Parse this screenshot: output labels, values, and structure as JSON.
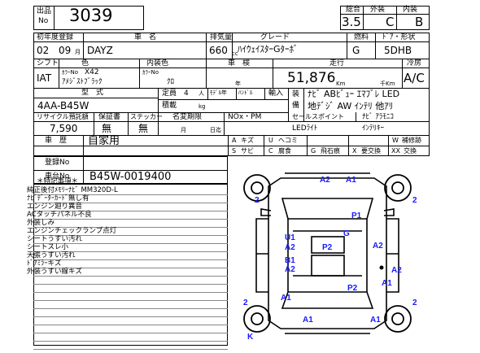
{
  "top": {
    "lot_label_1": "出品",
    "lot_label_2": "No",
    "lot_number": "3039",
    "score_label": "総合",
    "score": "3.5",
    "exterior_label": "外装",
    "exterior": "C",
    "interior_label": "内装",
    "interior": "B"
  },
  "row1": {
    "reg_label": "初年度登録",
    "name_label": "車　名",
    "disp_label": "排気量",
    "grade_label": "グレード",
    "fuel_label": "燃料",
    "door_label": "ﾄﾞｱ・形状",
    "year": "02",
    "month": "09",
    "month_unit": "月",
    "name": "DAYZ",
    "disp": "660",
    "disp_unit": "cc",
    "grade": "ﾊｲｳｪｲｽﾀｰGﾀｰﾎﾞ",
    "fuel": "G",
    "door": "5DHB"
  },
  "row2": {
    "shift_label": "シフト",
    "color_label": "色",
    "int_color_label": "内装色",
    "inspect_label": "車　検",
    "mileage_label": "走行",
    "ac_label": "冷房",
    "shift": "IAT",
    "color_no_label": "ｶﾗｰNo",
    "color_no": "X42",
    "color_name": "ｱﾒｼﾞｽﾄﾌﾞﾗｯｸ",
    "int_color_no_label": "ｶﾗｰNo",
    "int_color": "ｸﾛ",
    "year_unit": "年",
    "mileage": "51,876",
    "km_unit": "Km",
    "thousand_km_unit": "千Km",
    "ac": "A/C"
  },
  "row3": {
    "model_label": "型　式",
    "model": "4AA-B45W",
    "capacity_label": "定員",
    "capacity": "4",
    "capacity_unit": "人",
    "load_label": "積載",
    "load_unit": "kg",
    "model_label2": "ﾓﾃﾞﾙ年",
    "handle_label": "ﾊﾝﾄﾞﾙ",
    "import_label": "輸入",
    "equip_label_1": "装",
    "equip_label_2": "備",
    "equip_1": "ﾅﾋﾞ ABﾋﾞｭｰ ｴﾏﾌﾞﾚ LED",
    "equip_2": "地ﾃﾞｼﾞ AW ｲﾝﾃﾘ 他ｱﾘ"
  },
  "row4": {
    "recycle_label": "リサイクル預託額",
    "warranty_label": "保証書",
    "sticker_label": "ステッカー",
    "tax_label": "名変期限",
    "nox_label": "NOx・PM",
    "sales_label": "セールスポイント",
    "recycle": "7,590",
    "warranty": "無",
    "sticker": "無",
    "month_unit": "月",
    "day_unit": "日迄",
    "sales_1": "ﾅﾋﾞ ｱﾗﾓﾆｺ",
    "sales_2": "ｲﾝﾃﾘｷｰ",
    "point_1": "LEDﾗｲﾄ"
  },
  "history": {
    "label": "車　歴",
    "value": "自家用",
    "reg_label": "登録No",
    "chassis_label": "車台No",
    "chassis": "B45W-0019400"
  },
  "legend": [
    [
      "A キズ",
      "U ヘコミ",
      "W 補修跡"
    ],
    [
      "S サビ",
      "C 腐食",
      "G 飛石痕",
      "X 要交換",
      "XX 交換"
    ]
  ],
  "legend_row1": [
    "A",
    "キズ",
    "U",
    "ヘコミ",
    "W",
    "補修跡"
  ],
  "legend_row2": [
    "S",
    "サビ",
    "C",
    "腐食",
    "G",
    "飛石痕",
    "X",
    "要交換",
    "XX",
    "交換"
  ],
  "notes": {
    "title": "＊特記事項＊",
    "items": [
      "純正後付ﾒﾓﾘｰﾅﾋﾞ MM320D-L",
      "ﾅﾋﾞﾃﾞｰﾀｰｶｰﾄﾞ無し有",
      "エンジン廻り異音",
      "ACタッチパネル不良",
      "外装しみ",
      "エンジンチェックランプ点灯",
      "シートうすい汚れ",
      "シートスレ小",
      "天張うすい汚れ",
      "ﾄﾞｱﾐﾗｰキズ",
      "外装うすい線キズ"
    ]
  },
  "diagram": {
    "marks": [
      "A2",
      "A1",
      "2",
      "2",
      "P1",
      "G",
      "U1",
      "A2",
      "P2",
      "A2",
      "B1",
      "A2",
      "A2",
      "A1",
      "P2",
      "A1",
      "2",
      "A1",
      "A1",
      "2",
      "K"
    ]
  }
}
